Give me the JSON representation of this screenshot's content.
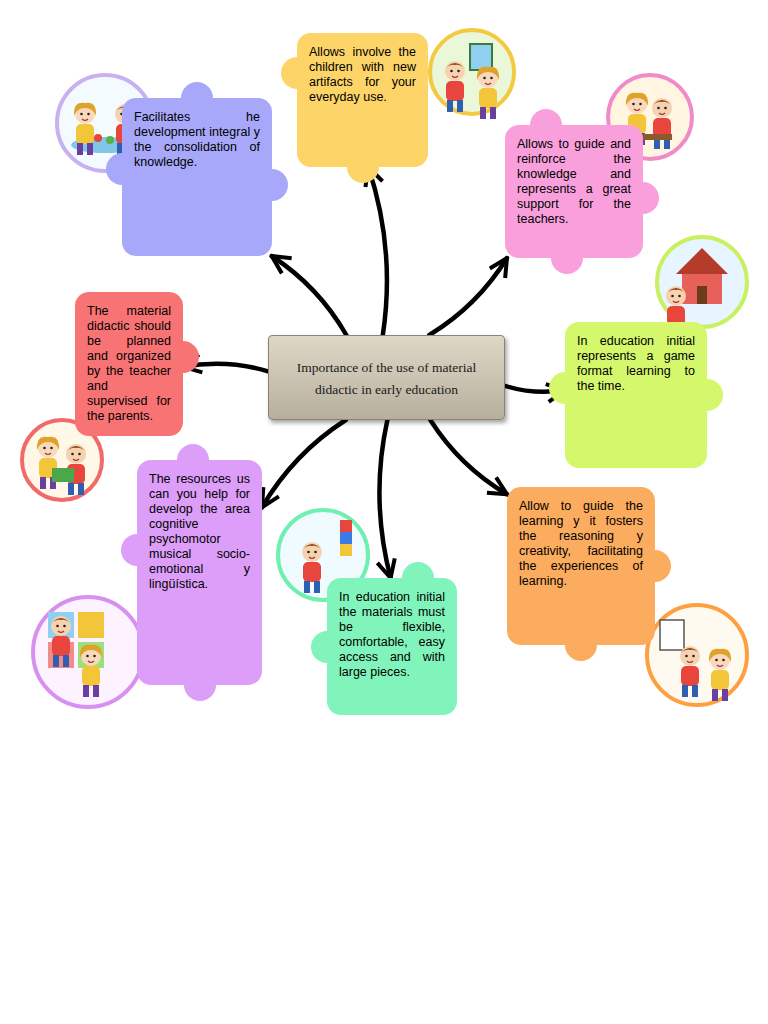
{
  "diagram": {
    "nodes": [
      {
        "text": [
          "Importance of the use of material didactic in early education"
        ]
      },
      {
        "text": [
          "Facilitates he development integral y the consolidation of knowledge."
        ]
      },
      {
        "text": [
          "Allows involve the children with new artifacts for your everyday use."
        ]
      },
      {
        "text": [
          "Allows to guide and reinforce the knowledge and represents a great support for the teachers."
        ]
      },
      {
        "text": [
          "The material didactic should be planned and organized by the teacher and supervised for the parents."
        ]
      },
      {
        "text": [
          "In education initial represents a game format learning to the time."
        ]
      },
      {
        "text": [
          "The resources us can you help for develop the area cognitive psychomotor musical socio-emotional y lingüística."
        ]
      },
      {
        "text": [
          "In education initial the materials must be flexible, comfortable, easy access and with large pieces."
        ]
      },
      {
        "text": [
          "Allow to guide the learning y it fosters the reasoning y creativity, facilitating the experiences of learning."
        ]
      }
    ],
    "edges": [
      {
        "from": 0,
        "to": 1,
        "arrow": "to"
      },
      {
        "from": 0,
        "to": 2,
        "arrow": "to"
      },
      {
        "from": 0,
        "to": 3,
        "arrow": "to"
      },
      {
        "from": 0,
        "to": 4,
        "arrow": "to"
      },
      {
        "from": 0,
        "to": 5,
        "arrow": "to"
      },
      {
        "from": 0,
        "to": 6,
        "arrow": "to"
      },
      {
        "from": 0,
        "to": 7,
        "arrow": "to"
      },
      {
        "from": 0,
        "to": 8,
        "arrow": "to"
      }
    ]
  }
}
